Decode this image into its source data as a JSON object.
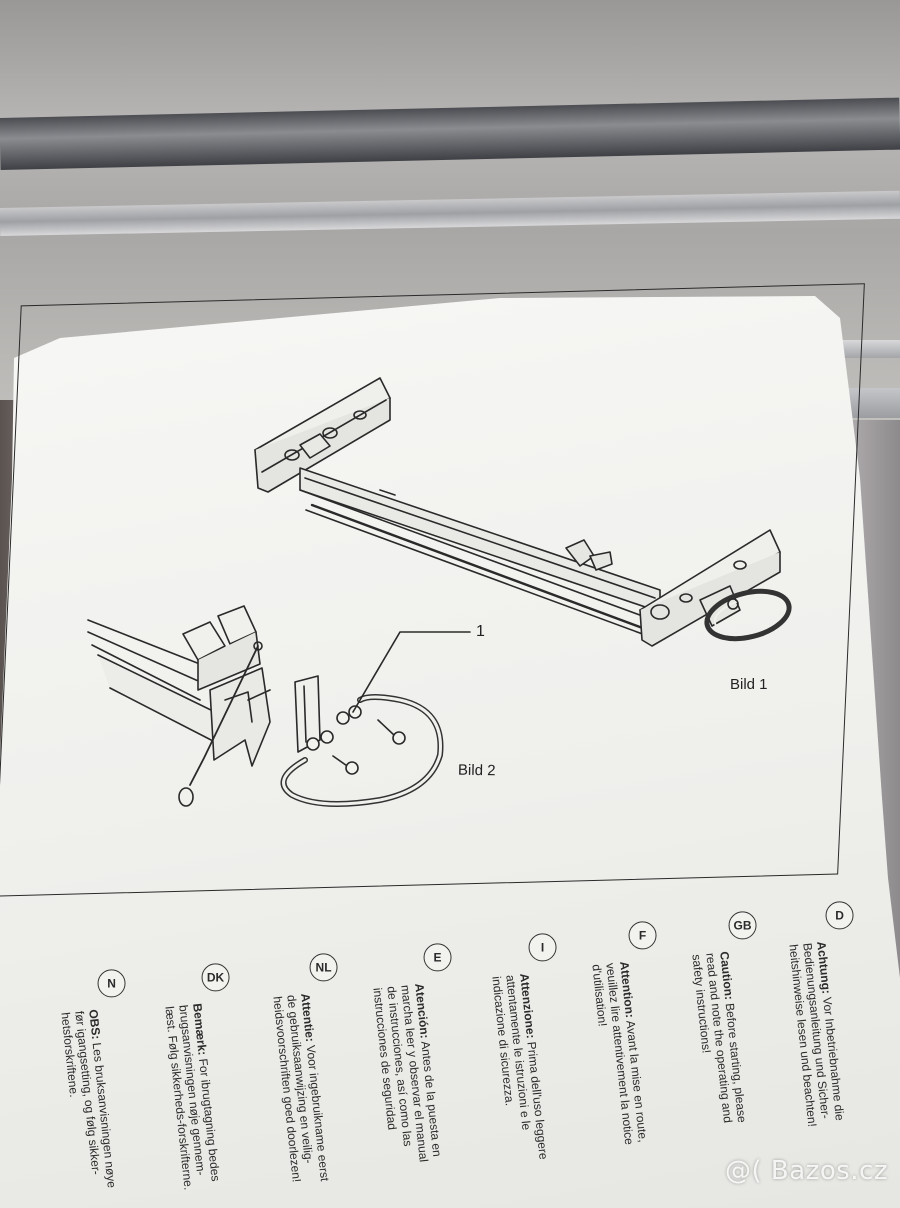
{
  "figure": {
    "label_bild1": "Bild 1",
    "label_bild2": "Bild 2",
    "part_number": "1"
  },
  "instructions": [
    {
      "code": "D",
      "keyword": "Achtung:",
      "lines": [
        "Vor Inbetriebnahme die",
        "Bedienungsanleitung und Sicher-",
        "heitshinweise lesen und beachten!"
      ]
    },
    {
      "code": "GB",
      "keyword": "Caution:",
      "lines": [
        "Before starting, please",
        "read and note the operating and",
        "safety instructions!"
      ]
    },
    {
      "code": "F",
      "keyword": "Attention:",
      "lines": [
        "Avant la mise en route,",
        "veuillez lire attentivement la notice",
        "d'utilisation!"
      ]
    },
    {
      "code": "I",
      "keyword": "Attenzione:",
      "lines": [
        "Prima dell'uso leggere",
        "attentamente le istruzioni e le",
        "indicazione di sicurezza."
      ]
    },
    {
      "code": "E",
      "keyword": "Atención:",
      "lines": [
        "Antes de la puesta en",
        "marcha leer y observar el manual",
        "de instrucciones, así como las",
        "instrucciones de seguridad"
      ]
    },
    {
      "code": "NL",
      "keyword": "Attentie:",
      "lines": [
        "Voor ingebruikname eerst",
        "de gebruiksaanwijzing en veilig-",
        "heidsvoorschriften goed doorlezen!"
      ]
    },
    {
      "code": "DK",
      "keyword": "Bemærk:",
      "lines": [
        "For ibrugtagning bedes",
        "brugsanvisningen nøje gennem-",
        "læst. Følg sikkerheds-forskrifterne."
      ]
    },
    {
      "code": "N",
      "keyword": "OBS:",
      "lines": [
        "Les bruksanvisningen nøye",
        "før igangsetting, og følg sikker-",
        "hetsforskriftene."
      ]
    }
  ],
  "watermark": "@( Bazos.cz"
}
